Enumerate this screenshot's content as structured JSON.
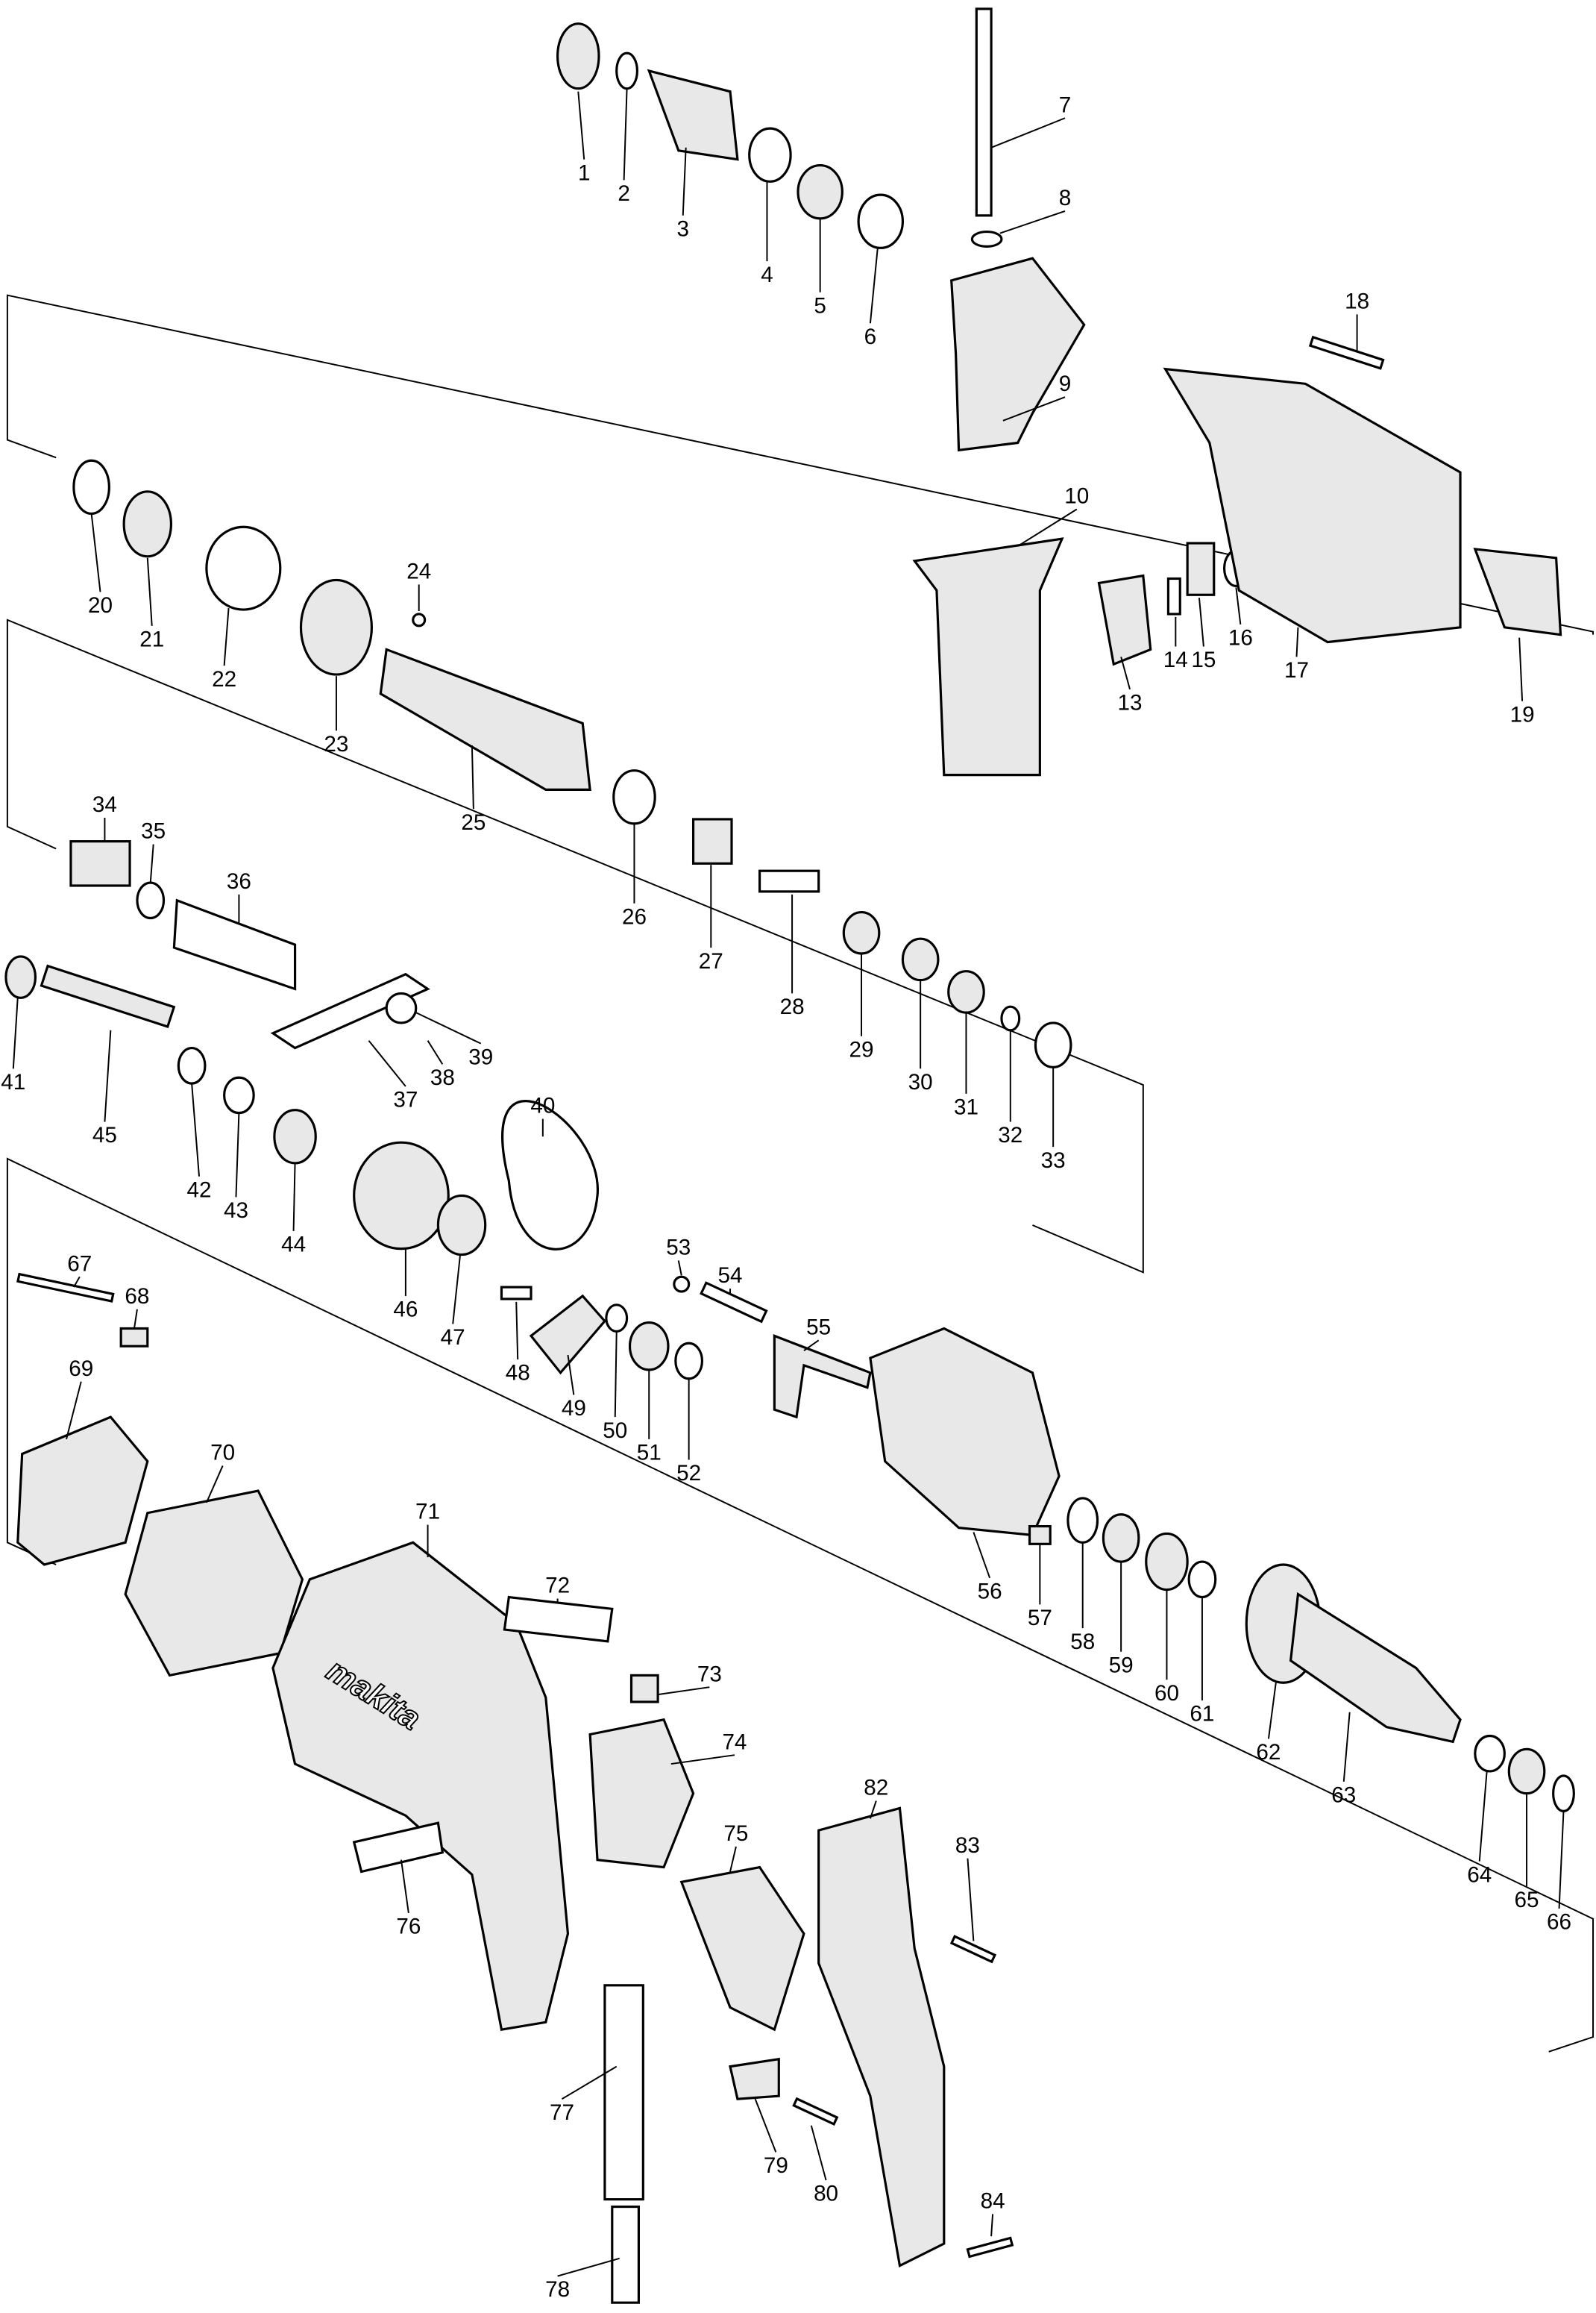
{
  "diagram": {
    "brand_logo": "makita",
    "part_numbers": [
      "1",
      "2",
      "3",
      "4",
      "5",
      "6",
      "7",
      "8",
      "9",
      "10",
      "13",
      "14",
      "15",
      "16",
      "17",
      "18",
      "19",
      "20",
      "21",
      "22",
      "23",
      "24",
      "25",
      "26",
      "27",
      "28",
      "29",
      "30",
      "31",
      "32",
      "33",
      "34",
      "35",
      "36",
      "37",
      "38",
      "39",
      "40",
      "41",
      "42",
      "43",
      "44",
      "45",
      "46",
      "47",
      "48",
      "49",
      "50",
      "51",
      "52",
      "53",
      "54",
      "55",
      "56",
      "57",
      "58",
      "59",
      "60",
      "61",
      "62",
      "63",
      "64",
      "65",
      "66",
      "67",
      "68",
      "69",
      "70",
      "71",
      "72",
      "73",
      "74",
      "75",
      "76",
      "77",
      "78",
      "79",
      "80",
      "82",
      "83",
      "84"
    ]
  }
}
